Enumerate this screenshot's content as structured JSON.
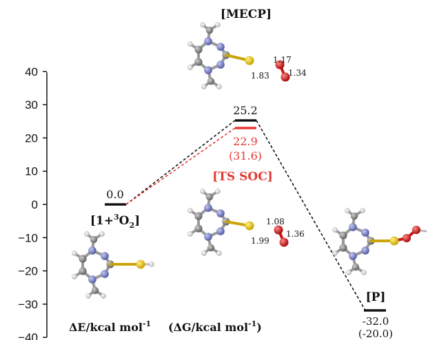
{
  "axis": {
    "ticks": [
      40,
      30,
      20,
      10,
      0,
      -10,
      -20,
      -30,
      -40
    ]
  },
  "labels": {
    "mecp": "[MECP]",
    "ts_soc": "[TS SOC]",
    "product": "[P]",
    "reactant_main": "[1+",
    "reactant_sup": "3",
    "reactant_o": "O",
    "reactant_sub": "2",
    "reactant_close": "]",
    "de_main": "ΔE/kcal mol",
    "de_sup": "-1",
    "dg_main": "(ΔG/kcal mol",
    "dg_sup": "-1",
    "dg_close": ")"
  },
  "levels": {
    "reactant": "0.0",
    "mecp": "25.2",
    "ts_soc": "22.9",
    "ts_soc_g": "(31.6)",
    "product": "-32.0",
    "product_g": "(-20.0)"
  },
  "distances": {
    "mecp_cs": "1.83",
    "mecp_so": "1.17",
    "mecp_oo": "1.34",
    "ts_cs": "1.99",
    "ts_so": "1.08",
    "ts_oo": "1.36"
  },
  "colors": {
    "ts_soc": "#e53935",
    "carbon": "#8a8a8a",
    "nitrogen": "#7b84c4",
    "sulfur": "#e8c414",
    "oxygen": "#d81a1a",
    "hydrogen": "#ffffff"
  }
}
